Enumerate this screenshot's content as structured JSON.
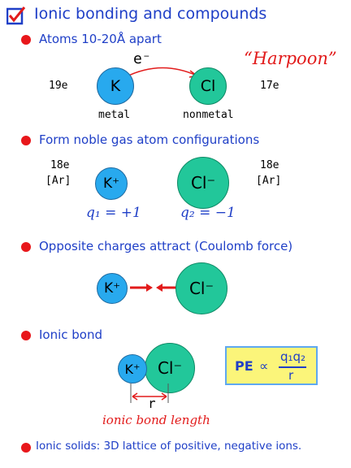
{
  "title": "Ionic bonding and compounds",
  "colors": {
    "title_blue": "#1f3fc7",
    "bullet_red": "#e8171b",
    "k_blue": "#28a9ee",
    "cl_green": "#22c79a",
    "pe_box": "#fbf57a"
  },
  "sections": [
    {
      "heading": "Atoms 10-20Å apart"
    },
    {
      "heading": "Form noble gas atom configurations"
    },
    {
      "heading": "Opposite charges attract (Coulomb force)"
    },
    {
      "heading": "Ionic bond"
    },
    {
      "heading": "Ionic solids: 3D lattice of positive, negative ions."
    }
  ],
  "atoms": {
    "electron": "e⁻",
    "harpoon": "“Harpoon”",
    "k_left_e": "19e",
    "k_symbol": "K",
    "cl_symbol": "Cl",
    "cl_right_e": "17e",
    "metal": "metal",
    "nonmetal": "nonmetal"
  },
  "ions": {
    "k_e": "18e",
    "k_config": "[Ar]",
    "cl_e": "18e",
    "cl_config": "[Ar]",
    "k_ion": "K⁺",
    "cl_ion": "Cl⁻",
    "q1": "q₁ = +1",
    "q2": "q₂ = −1"
  },
  "bond": {
    "r_label": "r",
    "length_caption": "ionic bond length",
    "pe_formula": {
      "lhs": "PE",
      "prop": "∝",
      "num": "q₁q₂",
      "den": "r"
    }
  }
}
